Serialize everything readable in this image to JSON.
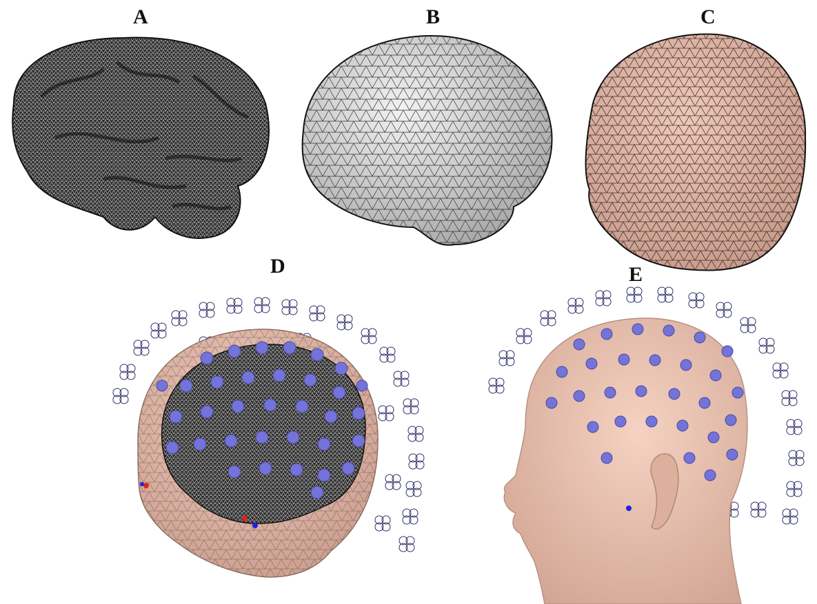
{
  "panels": [
    {
      "label": "A",
      "content": "cortex-mesh"
    },
    {
      "label": "B",
      "content": "brain-surface-mesh"
    },
    {
      "label": "C",
      "content": "scalp-mesh"
    },
    {
      "label": "D",
      "content": "head-brain-with-sensors"
    },
    {
      "label": "E",
      "content": "head-with-sensors"
    }
  ],
  "colors": {
    "cortex": "#3a3a3a",
    "brain_surface": "#d8d8d8",
    "scalp": "#e6b8a8",
    "electrode": "#7373d9",
    "sensor_ring": "#1a1a5a",
    "fiducial_red": "#e02020",
    "fiducial_blue": "#2020e0"
  }
}
